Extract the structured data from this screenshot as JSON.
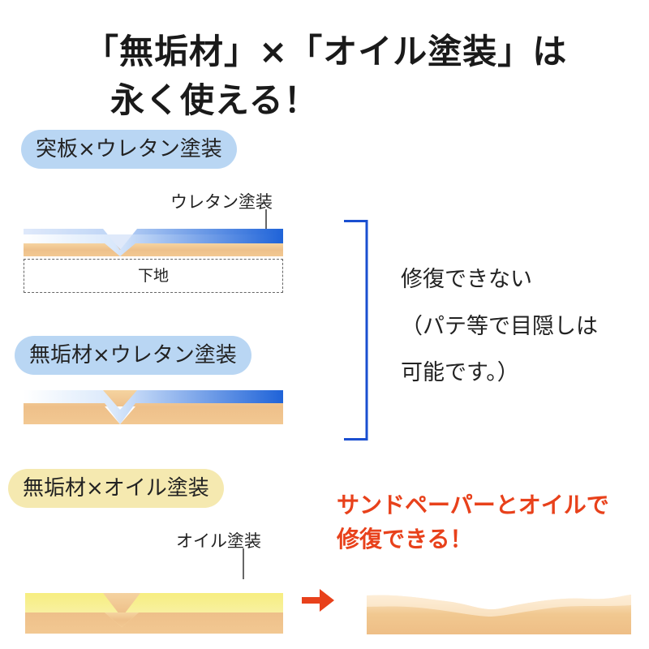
{
  "title": {
    "line1": "「無垢材」×「オイル塗装」は",
    "line2": "永く使える！"
  },
  "sections": {
    "veneer_urethane": {
      "pill": "突板×ウレタン塗装",
      "coating_label": "ウレタン塗装",
      "ground_label": "下地"
    },
    "solid_urethane": {
      "pill": "無垢材×ウレタン塗装"
    },
    "solid_oil": {
      "pill": "無垢材×オイル塗装",
      "coating_label": "オイル塗装"
    }
  },
  "bracket_note": {
    "line1": "修復できない",
    "line2": "（パテ等で目隠しは",
    "line3": "可能です。）"
  },
  "repair_note": {
    "line1": "サンドペーパーとオイルで",
    "line2": "修復できる！"
  },
  "colors": {
    "wood": "#f0c48a",
    "urethane": "#1f63d8",
    "oil": "#f3e26a",
    "bracket": "#1a4fd0",
    "accent_red": "#e8411b"
  }
}
